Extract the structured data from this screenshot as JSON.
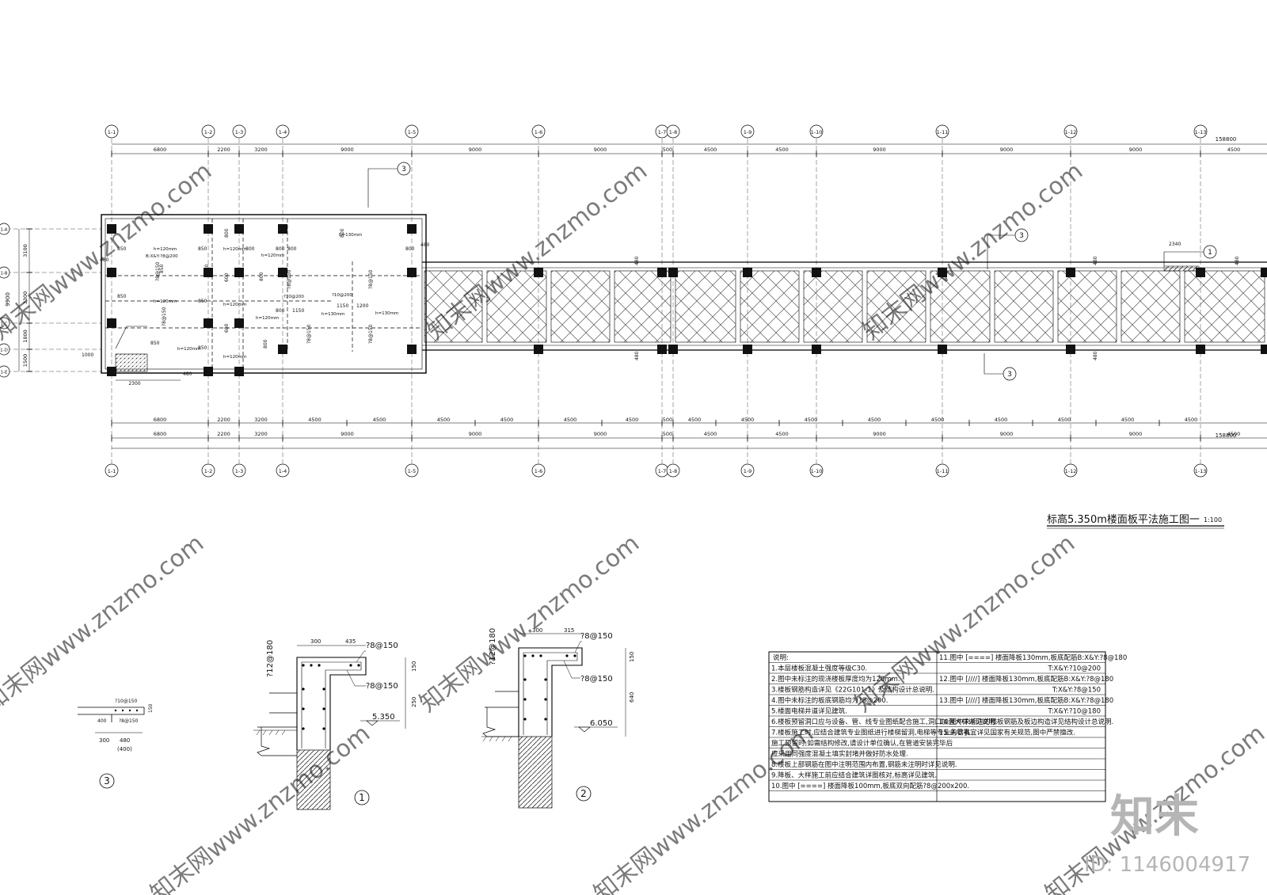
{
  "axes": [
    {
      "label": "1-1",
      "dim": "6800"
    },
    {
      "label": "1-2",
      "dim": "2200"
    },
    {
      "label": "1-3",
      "dim": "3200"
    },
    {
      "label": "1-4",
      "dim": "9000"
    },
    {
      "label": "1-5",
      "dim": "9000"
    },
    {
      "label": "1-6",
      "dim": "9000"
    },
    {
      "label": "1-7",
      "dim": "500"
    },
    {
      "label": "1-8",
      "dim": "4500"
    },
    {
      "label": "1-9",
      "dim": "4500"
    },
    {
      "label": "1-10",
      "dim": "9000"
    },
    {
      "label": "1-11",
      "dim": "9000"
    },
    {
      "label": "1-12",
      "dim": "9000"
    },
    {
      "label": "1-13",
      "dim": "4500"
    }
  ],
  "row_axes": [
    {
      "label": "1-A",
      "dim": "3100"
    },
    {
      "label": "1-B",
      "dim": "3300"
    },
    {
      "label": "1-C",
      "dim": "1800"
    },
    {
      "label": "1-D",
      "dim": "1500"
    },
    {
      "label": "1-E",
      "dim": ""
    }
  ],
  "dims": {
    "total": "158800",
    "side_total": "9900",
    "bottom_fine": [
      "6800",
      "2200",
      "3200",
      "4500",
      "4500",
      "4500",
      "4500",
      "4500",
      "4500",
      "500",
      "4500",
      "4500",
      "4500",
      "4500",
      "4500",
      "4500",
      "4500",
      "4500",
      "4500"
    ],
    "stair_width": "2300",
    "callout_2340": "2340"
  },
  "slabs": {
    "h120": "h=120mm",
    "h130": "h=130mm",
    "bxy": "B:X&Y:?8@200",
    "rebar": "?10@200",
    "d800": "800",
    "d850": "850",
    "d480": "480",
    "d600": "600",
    "d1150": "1150",
    "d1200": "1200",
    "r150": "?8@150",
    "r1000": "1000"
  },
  "plan_title": "标高5.350m楼面板平法施工图一",
  "plan_scale": "1:100",
  "callouts": {
    "c1": "1",
    "c2": "2",
    "c3": "3"
  },
  "detail3": {
    "label": "3",
    "top_bar": "?10@150",
    "bars": "?8@150",
    "d400": "400",
    "d300": "300",
    "d480": "480",
    "d400b": "(400)",
    "d150": "150"
  },
  "detail1": {
    "label": "1",
    "top300": "300",
    "top435": "435",
    "side_bar": "?12@180",
    "top_bar": "?8@150",
    "stirrup": "?8@150",
    "d150": "150",
    "d250": "250",
    "level": "5.350"
  },
  "detail2": {
    "label": "2",
    "top300": "300",
    "top315": "315",
    "side_bar": "?12@180",
    "top_bar": "?8@150",
    "stirrup": "?8@150",
    "d150": "150",
    "d640": "640",
    "level": "6.050"
  },
  "notes": {
    "header": "说明:",
    "left": [
      "1.本层楼板混凝土强度等级C30.",
      "2.图中未标注的现浇楼板厚度均为120mm.",
      "3.楼板钢筋构造详见《22G101-1》及结构设计总说明.",
      "4.图中未标注的板底钢筋均为?8@200.",
      "5.楼面电梯井道详见建筑.",
      "6.楼板预留洞口应与设备、管、线专业图纸配合施工,洞口加强大样详见说明.",
      "7.楼板施工时,应结合建筑专业图纸进行楼梯留洞,电梯等专业的管孔",
      "   施工预留时,如需结构修改,请设计单位确认,在管道安装完毕后",
      "   应采用同强度混凝土填实封堵并做好防水处理.",
      "8.楼板上部钢筋在图中注明范围内布置,钢筋未注明时详见说明.",
      "9.降板、大样施工前应结合建筑详图核对,标高详见建筑.",
      "10.图中 [====] 楼面降板100mm,板底双向配筋?8@200x200."
    ],
    "right": [
      "11.图中 [====] 楼面降板130mm,板底配筋B:X&Y:?8@180",
      "T:X&Y:?10@200",
      "12.图中 [////] 楼面降板130mm,板底配筋B:X&Y:?8@180",
      "T:X&Y:?8@150",
      "13.图中 [////] 楼面降板130mm,板底配筋B:X&Y:?8@180",
      "T:X&Y:?10@180",
      "14.图中未标注的楼板钢筋及板边构造详见结构设计总说明.",
      "15.未尽事宜详见国家有关规范,图中严禁擅改."
    ]
  },
  "watermark": {
    "text": "知末网www.znzmo.com",
    "logo": "知末",
    "id": "ID: 1146004917"
  }
}
